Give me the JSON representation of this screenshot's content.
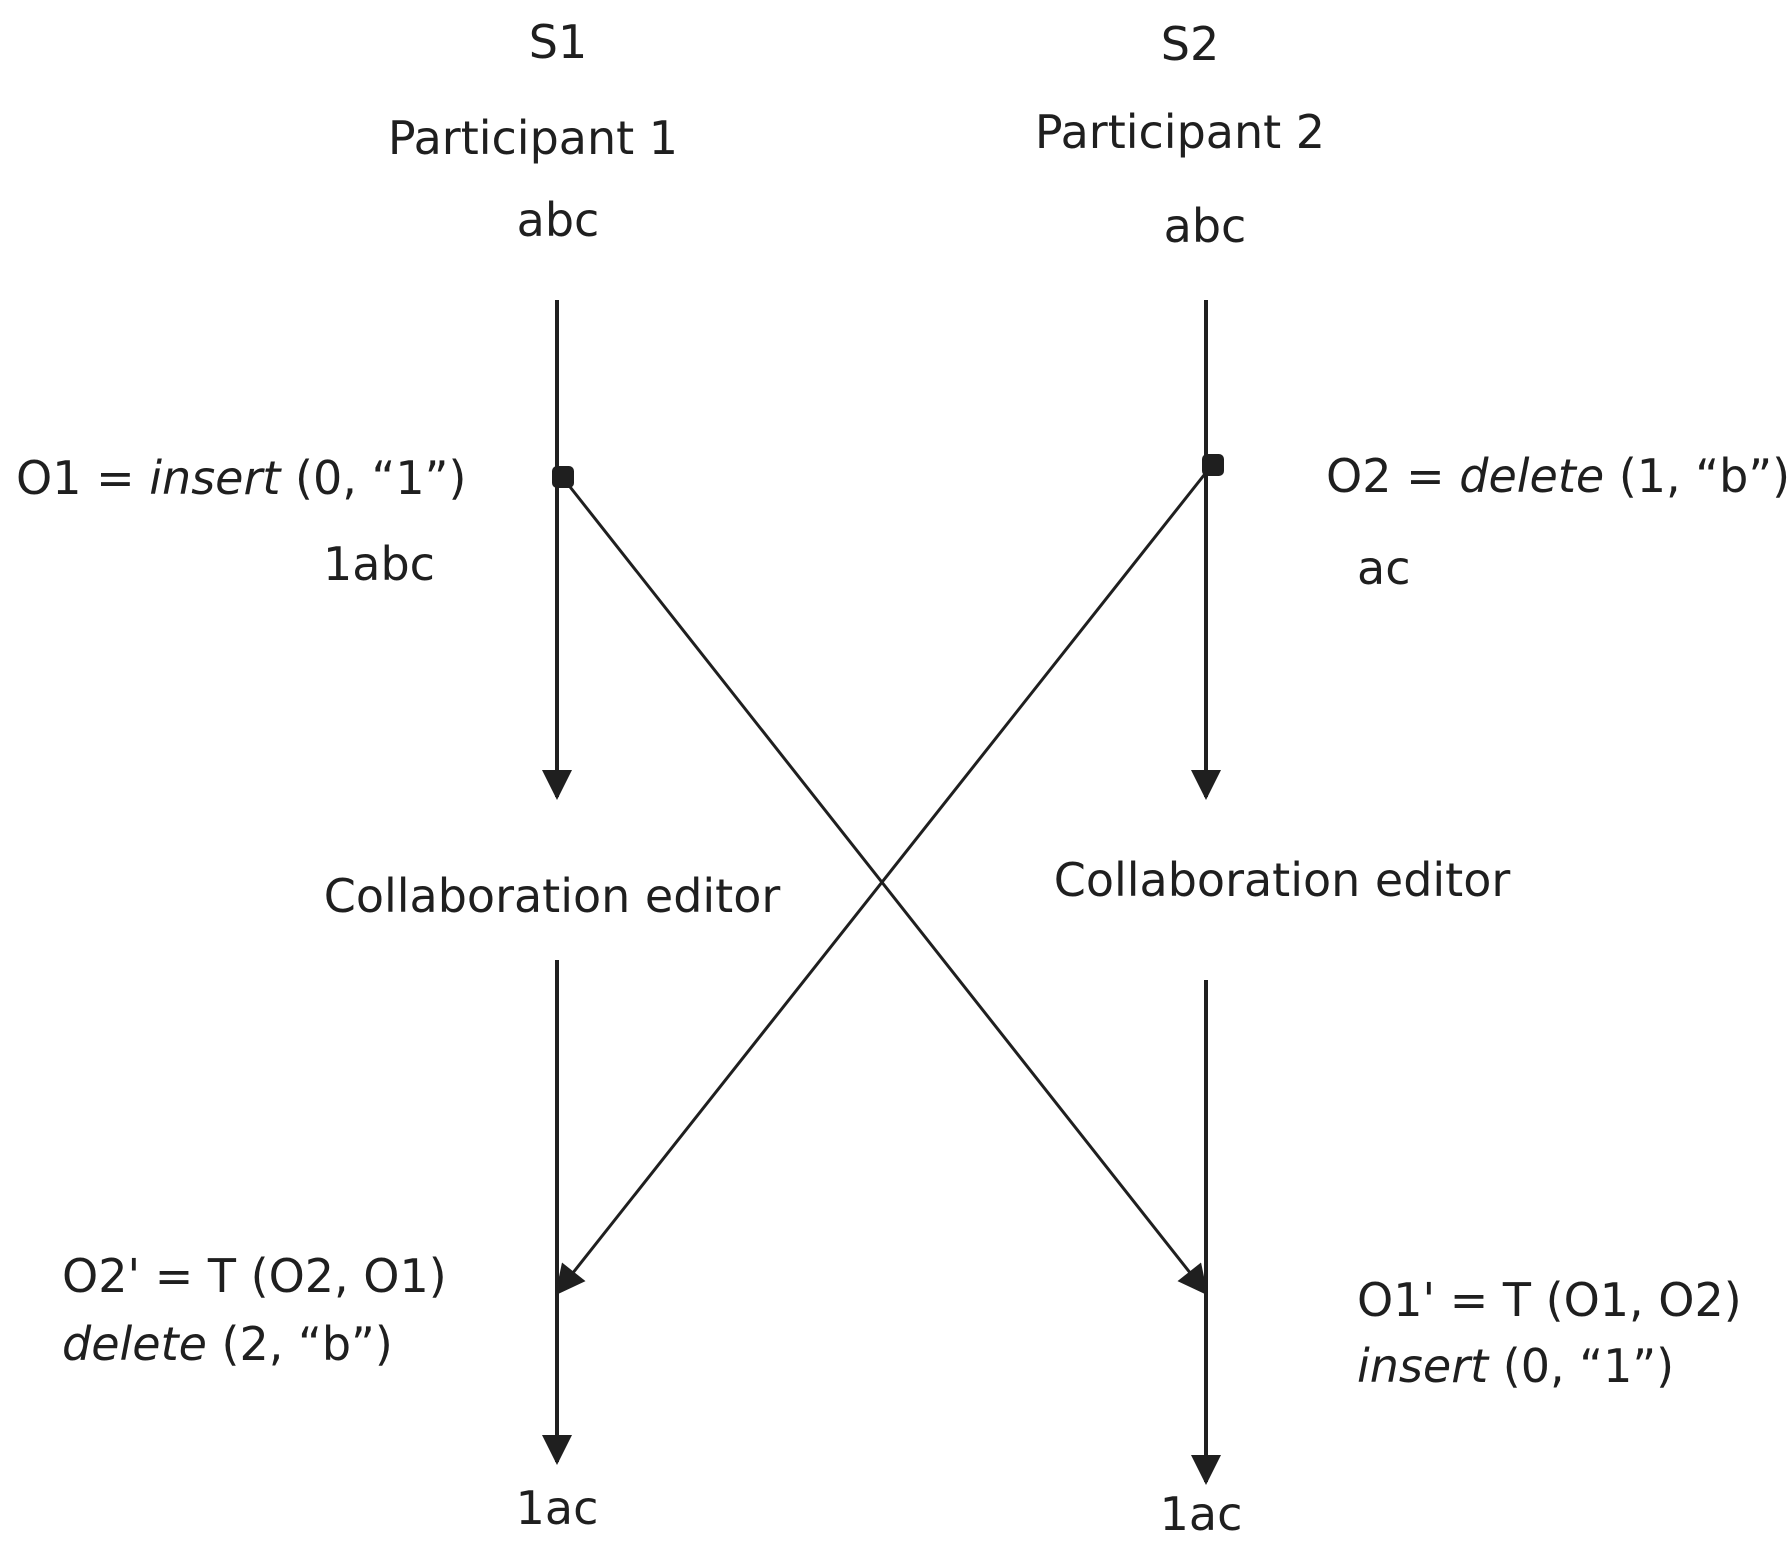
{
  "left": {
    "site": "S1",
    "participant": "Participant 1",
    "initial_text": "abc",
    "op_name": "O1",
    "op_eq": " = ",
    "op_func": "insert",
    "op_args": " (0, “1”)",
    "after_op_text": "1abc",
    "editor_label": "Collaboration editor",
    "transform_line": "O2' = T (O2, O1)",
    "transform_func": "delete",
    "transform_args": " (2, “b”)",
    "final_text": "1ac"
  },
  "right": {
    "site": "S2",
    "participant": "Participant 2",
    "initial_text": "abc",
    "op_name": "O2",
    "op_eq": " = ",
    "op_func": "delete",
    "op_args": " (1, “b”)",
    "after_op_text": "ac",
    "editor_label": "Collaboration editor",
    "transform_line": "O1' = T (O1, O2)",
    "transform_func": "insert",
    "transform_args": " (0, “1”)",
    "final_text": "1ac"
  },
  "colors": {
    "line": "#1f1f1f",
    "text": "#1f1f1f"
  }
}
